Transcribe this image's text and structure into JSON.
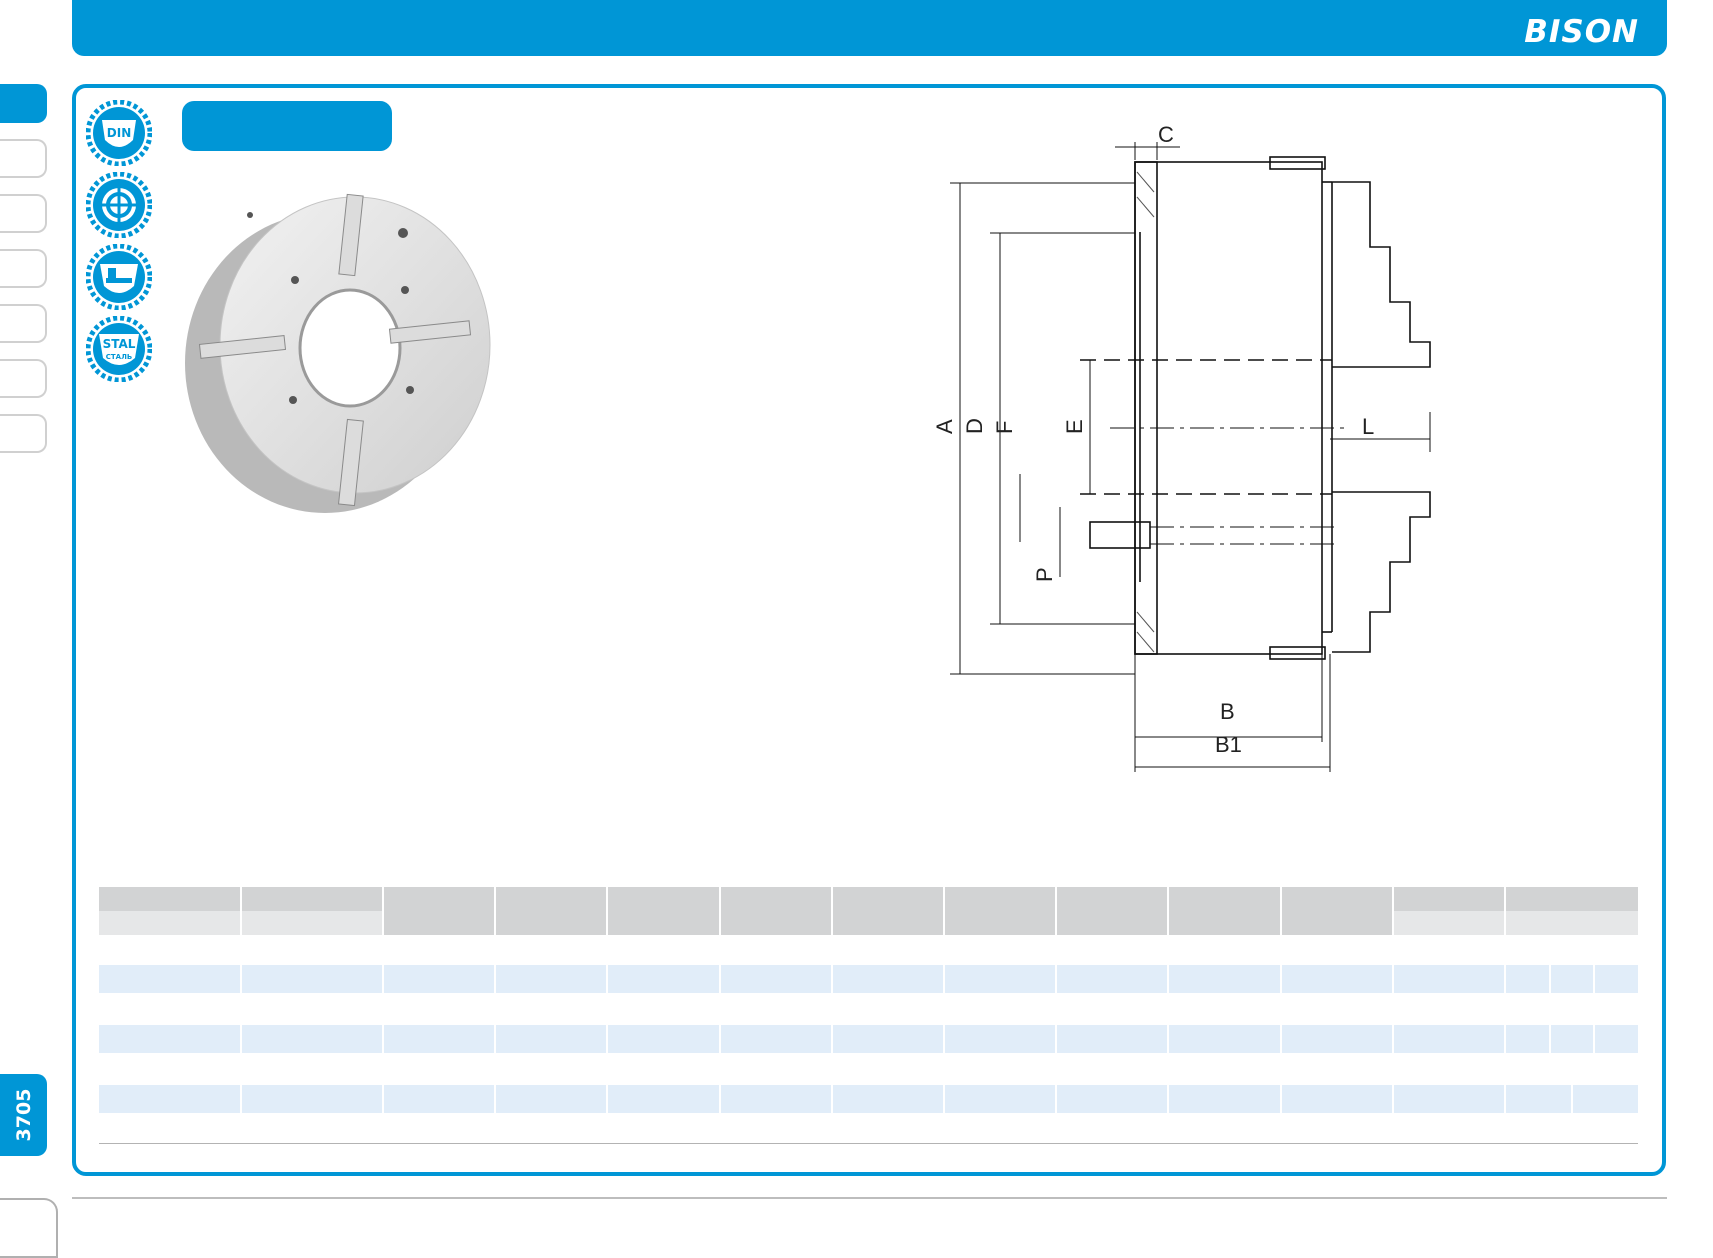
{
  "header": {
    "brand": "BISON"
  },
  "page_tab": {
    "label": "3705"
  },
  "badges": [
    {
      "icon": "din-badge-icon",
      "label": "DIN"
    },
    {
      "icon": "balance-badge-icon",
      "label": ""
    },
    {
      "icon": "machine-badge-icon",
      "label": ""
    },
    {
      "icon": "steel-badge-icon",
      "label": "STAL",
      "sublabel": "СТАЛЬ"
    }
  ],
  "drawing": {
    "labels": {
      "A": "A",
      "B": "B",
      "B1": "B1",
      "C": "C",
      "D": "D",
      "E": "E",
      "F": "F",
      "L": "L",
      "P": "P"
    }
  },
  "colors": {
    "accent": "#0096d6",
    "table_header": "#d2d3d4",
    "table_row": "#e1edf9"
  }
}
